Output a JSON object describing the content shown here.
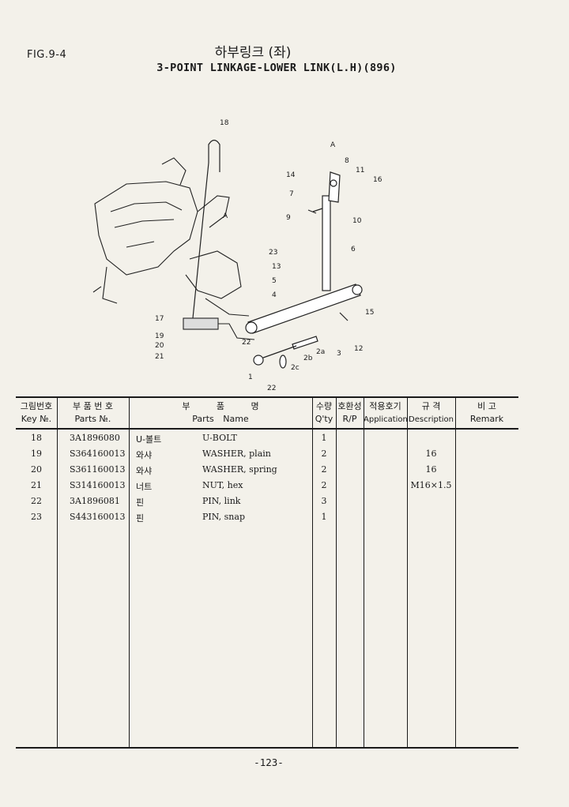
{
  "header": {
    "fig_label": "FIG.9-4",
    "title_ko": "하부링크 (좌)",
    "title_en": "3-POINT LINKAGE-LOWER LINK(L.H)(896)"
  },
  "diagram": {
    "callouts": [
      "18",
      "A",
      "8",
      "11",
      "16",
      "14",
      "7",
      "9",
      "10",
      "A",
      "6",
      "23",
      "13",
      "5",
      "4",
      "15",
      "17",
      "19",
      "20",
      "21",
      "22",
      "2a",
      "3",
      "12",
      "2b",
      "2c",
      "1",
      "22"
    ]
  },
  "table": {
    "headers": {
      "key_ko": "그림번호",
      "key_en": "Key №.",
      "parts_no_ko": "부 품 번 호",
      "parts_no_en": "Parts №.",
      "parts_name_ko": "부 품 명",
      "parts_name_en": "Parts Name",
      "qty_ko": "수량",
      "qty_en": "Q'ty",
      "interchange_ko": "호환성",
      "interchange_en": "R/P",
      "application_ko": "적용호기",
      "application_en": "Application",
      "description_ko": "규 격",
      "description_en": "Description",
      "remark_ko": "비 고",
      "remark_en": "Remark"
    },
    "rows": [
      {
        "key": "18",
        "part_no": "3A1896080",
        "name_ko": "U-볼트",
        "name_en": "U-BOLT",
        "qty": "1",
        "rp": "",
        "application": "",
        "description": "",
        "remark": ""
      },
      {
        "key": "19",
        "part_no": "S364160013",
        "name_ko": "와샤",
        "name_en": "WASHER, plain",
        "qty": "2",
        "rp": "",
        "application": "",
        "description": "16",
        "remark": ""
      },
      {
        "key": "20",
        "part_no": "S361160013",
        "name_ko": "와샤",
        "name_en": "WASHER, spring",
        "qty": "2",
        "rp": "",
        "application": "",
        "description": "16",
        "remark": ""
      },
      {
        "key": "21",
        "part_no": "S314160013",
        "name_ko": "너트",
        "name_en": "NUT, hex",
        "qty": "2",
        "rp": "",
        "application": "",
        "description": "M16×1.5",
        "remark": ""
      },
      {
        "key": "22",
        "part_no": "3A1896081",
        "name_ko": "핀",
        "name_en": "PIN, link",
        "qty": "3",
        "rp": "",
        "application": "",
        "description": "",
        "remark": ""
      },
      {
        "key": "23",
        "part_no": "S443160013",
        "name_ko": "핀",
        "name_en": "PIN, snap",
        "qty": "1",
        "rp": "",
        "application": "",
        "description": "",
        "remark": ""
      }
    ]
  },
  "footer": {
    "page_number": "-123-"
  }
}
